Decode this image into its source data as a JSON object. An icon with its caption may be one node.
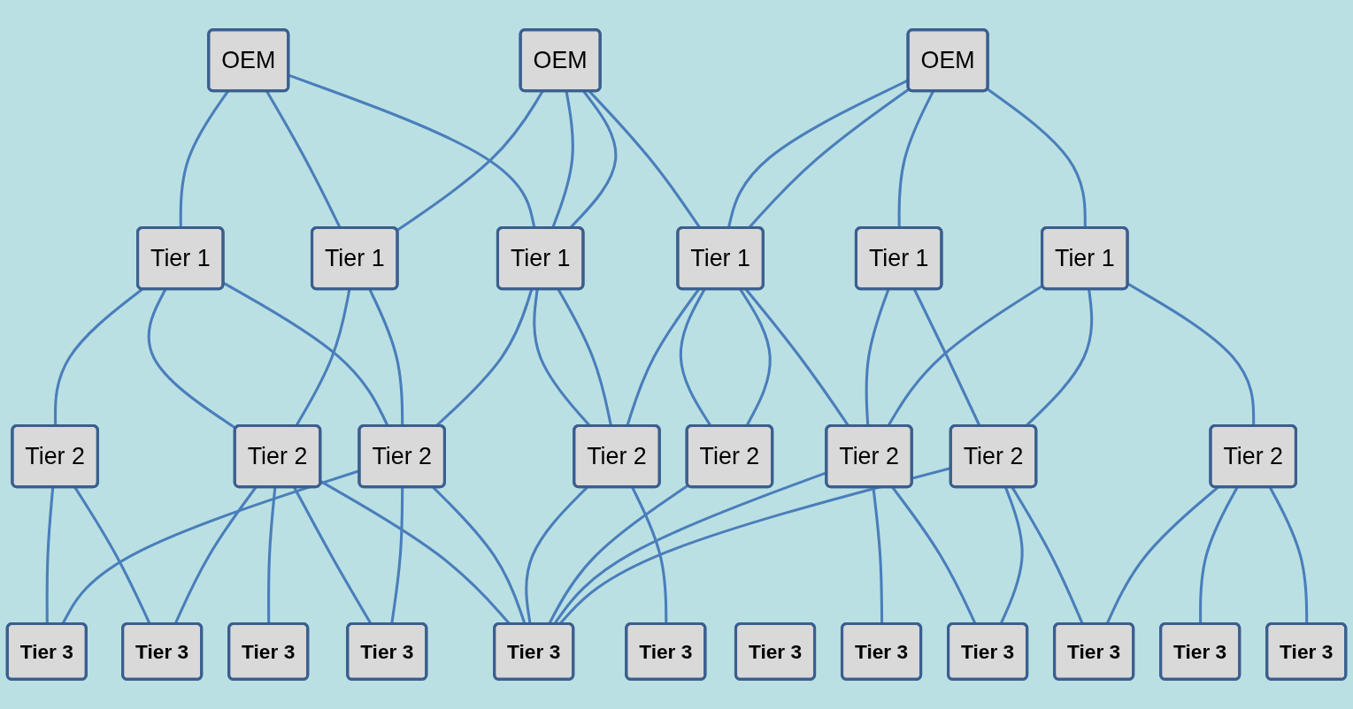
{
  "diagram": {
    "nodes": [
      {
        "text": [
          "OEM"
        ]
      },
      {
        "text": [
          "OEM"
        ]
      },
      {
        "text": [
          "OEM"
        ]
      },
      {
        "text": [
          "Tier 1"
        ]
      },
      {
        "text": [
          "Tier 1"
        ]
      },
      {
        "text": [
          "Tier 1"
        ]
      },
      {
        "text": [
          "Tier 1"
        ]
      },
      {
        "text": [
          "Tier 1"
        ]
      },
      {
        "text": [
          "Tier 1"
        ]
      },
      {
        "text": [
          "Tier 2"
        ]
      },
      {
        "text": [
          "Tier 2"
        ]
      },
      {
        "text": [
          "Tier 2"
        ]
      },
      {
        "text": [
          "Tier 2"
        ]
      },
      {
        "text": [
          "Tier 2"
        ]
      },
      {
        "text": [
          "Tier 2"
        ]
      },
      {
        "text": [
          "Tier 2"
        ]
      },
      {
        "text": [
          "Tier 2"
        ]
      },
      {
        "text": [
          "Tier 3"
        ]
      },
      {
        "text": [
          "Tier 3"
        ]
      },
      {
        "text": [
          "Tier 3"
        ]
      },
      {
        "text": [
          "Tier 3"
        ]
      },
      {
        "text": [
          "Tier 3"
        ]
      },
      {
        "text": [
          "Tier 3"
        ]
      },
      {
        "text": [
          "Tier 3"
        ]
      },
      {
        "text": [
          "Tier 3"
        ]
      },
      {
        "text": [
          "Tier 3"
        ]
      },
      {
        "text": [
          "Tier 3"
        ]
      },
      {
        "text": [
          "Tier 3"
        ]
      },
      {
        "text": [
          "Tier 3"
        ]
      }
    ],
    "edges": [
      {
        "from": 0,
        "to": 3,
        "arrow": "none"
      },
      {
        "from": 0,
        "to": 4,
        "arrow": "none"
      },
      {
        "from": 0,
        "to": 5,
        "arrow": "none"
      },
      {
        "from": 1,
        "to": 4,
        "arrow": "none"
      },
      {
        "from": 1,
        "to": 5,
        "arrow": "none"
      },
      {
        "from": 1,
        "to": 5,
        "arrow": "none"
      },
      {
        "from": 1,
        "to": 6,
        "arrow": "none"
      },
      {
        "from": 2,
        "to": 6,
        "arrow": "none"
      },
      {
        "from": 2,
        "to": 6,
        "arrow": "none"
      },
      {
        "from": 2,
        "to": 7,
        "arrow": "none"
      },
      {
        "from": 2,
        "to": 8,
        "arrow": "none"
      },
      {
        "from": 3,
        "to": 9,
        "arrow": "none"
      },
      {
        "from": 3,
        "to": 10,
        "arrow": "none"
      },
      {
        "from": 3,
        "to": 11,
        "arrow": "none"
      },
      {
        "from": 4,
        "to": 10,
        "arrow": "none"
      },
      {
        "from": 4,
        "to": 11,
        "arrow": "none"
      },
      {
        "from": 5,
        "to": 11,
        "arrow": "none"
      },
      {
        "from": 5,
        "to": 12,
        "arrow": "none"
      },
      {
        "from": 5,
        "to": 12,
        "arrow": "none"
      },
      {
        "from": 6,
        "to": 12,
        "arrow": "none"
      },
      {
        "from": 6,
        "to": 13,
        "arrow": "none"
      },
      {
        "from": 6,
        "to": 13,
        "arrow": "none"
      },
      {
        "from": 6,
        "to": 14,
        "arrow": "none"
      },
      {
        "from": 7,
        "to": 14,
        "arrow": "none"
      },
      {
        "from": 7,
        "to": 15,
        "arrow": "none"
      },
      {
        "from": 8,
        "to": 14,
        "arrow": "none"
      },
      {
        "from": 8,
        "to": 15,
        "arrow": "none"
      },
      {
        "from": 8,
        "to": 16,
        "arrow": "none"
      },
      {
        "from": 9,
        "to": 17,
        "arrow": "none"
      },
      {
        "from": 9,
        "to": 18,
        "arrow": "none"
      },
      {
        "from": 10,
        "to": 18,
        "arrow": "none"
      },
      {
        "from": 10,
        "to": 19,
        "arrow": "none"
      },
      {
        "from": 10,
        "to": 20,
        "arrow": "none"
      },
      {
        "from": 10,
        "to": 22,
        "arrow": "none"
      },
      {
        "from": 11,
        "to": 17,
        "arrow": "none"
      },
      {
        "from": 11,
        "to": 20,
        "arrow": "none"
      },
      {
        "from": 11,
        "to": 22,
        "arrow": "none"
      },
      {
        "from": 12,
        "to": 21,
        "arrow": "none"
      },
      {
        "from": 12,
        "to": 22,
        "arrow": "none"
      },
      {
        "from": 13,
        "to": 22,
        "arrow": "none"
      },
      {
        "from": 14,
        "to": 22,
        "arrow": "none"
      },
      {
        "from": 14,
        "to": 24,
        "arrow": "none"
      },
      {
        "from": 14,
        "to": 25,
        "arrow": "none"
      },
      {
        "from": 15,
        "to": 22,
        "arrow": "none"
      },
      {
        "from": 15,
        "to": 25,
        "arrow": "none"
      },
      {
        "from": 15,
        "to": 27,
        "arrow": "none"
      },
      {
        "from": 16,
        "to": 26,
        "arrow": "none"
      },
      {
        "from": 16,
        "to": 27,
        "arrow": "none"
      },
      {
        "from": 16,
        "to": 28,
        "arrow": "none"
      }
    ]
  }
}
